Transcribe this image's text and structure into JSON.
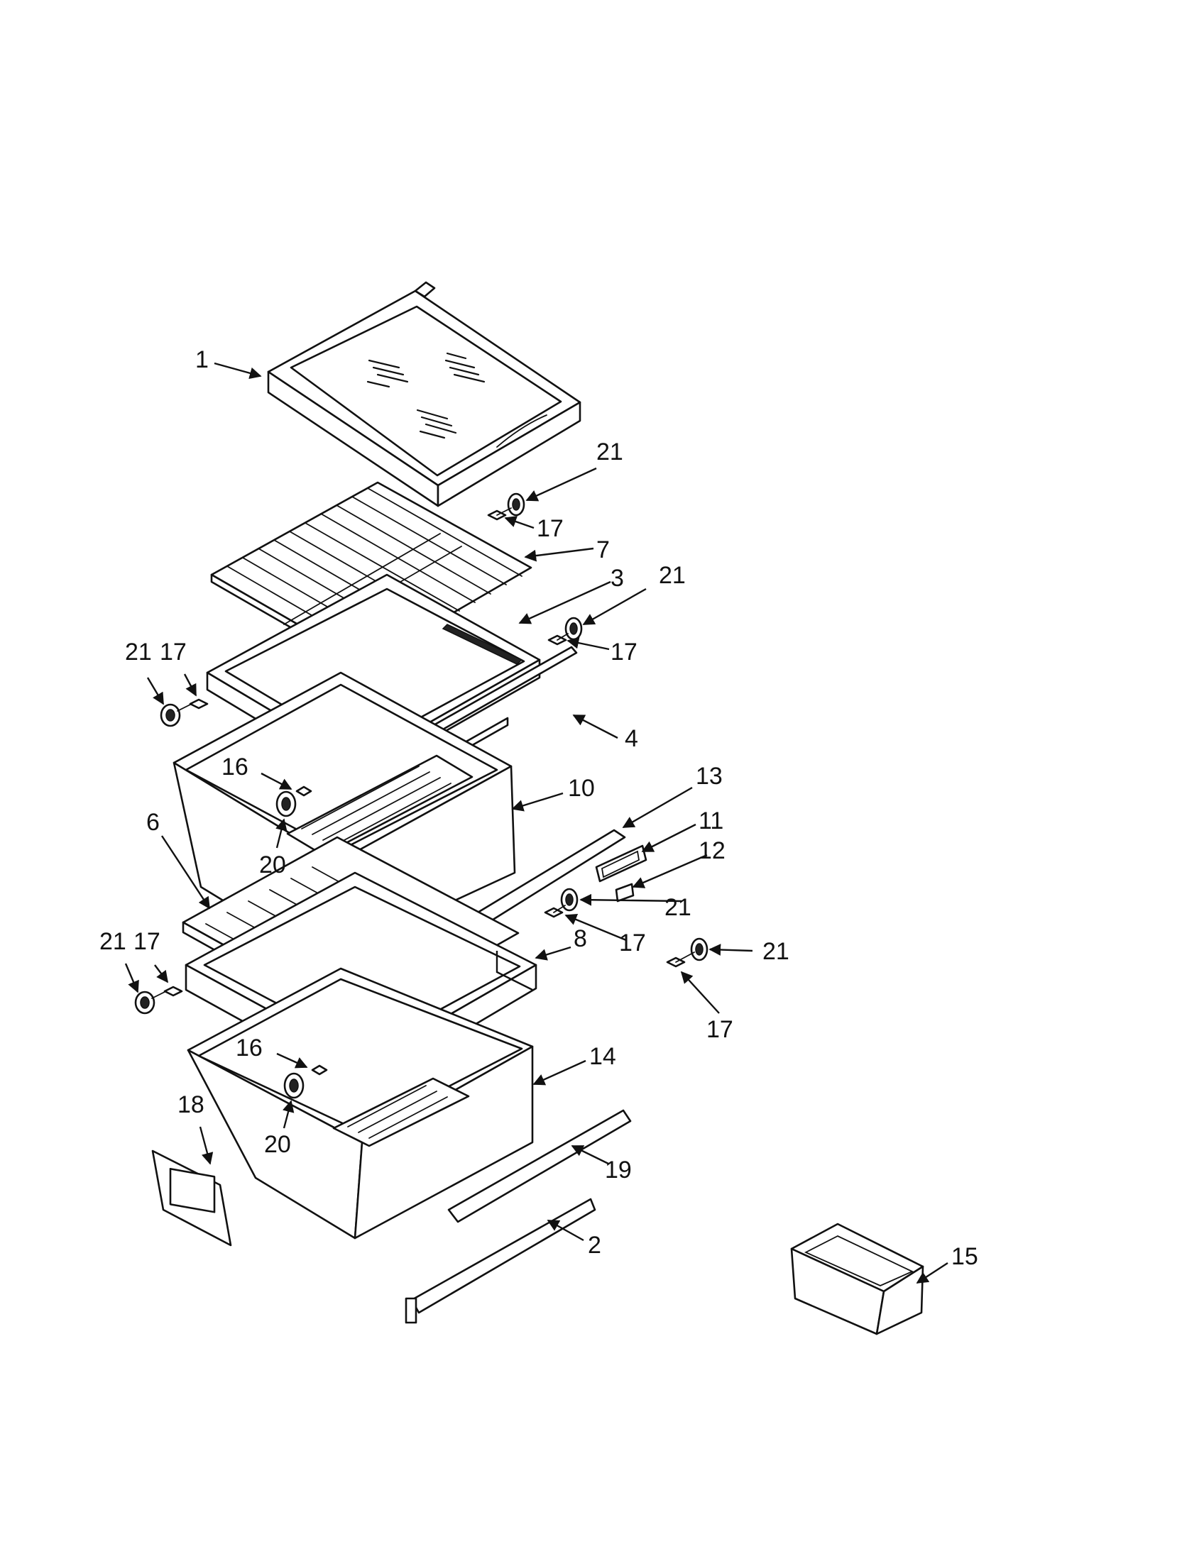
{
  "callouts": [
    {
      "id": "c1",
      "label": "1"
    },
    {
      "id": "c21a",
      "label": "21"
    },
    {
      "id": "c17a",
      "label": "17"
    },
    {
      "id": "c7",
      "label": "7"
    },
    {
      "id": "c3",
      "label": "3"
    },
    {
      "id": "c21b",
      "label": "21"
    },
    {
      "id": "c17b",
      "label": "17"
    },
    {
      "id": "c21c",
      "label": "21"
    },
    {
      "id": "c17c",
      "label": "17"
    },
    {
      "id": "c4",
      "label": "4"
    },
    {
      "id": "c16a",
      "label": "16"
    },
    {
      "id": "c10",
      "label": "10"
    },
    {
      "id": "c13",
      "label": "13"
    },
    {
      "id": "c6",
      "label": "6"
    },
    {
      "id": "c11",
      "label": "11"
    },
    {
      "id": "c12",
      "label": "12"
    },
    {
      "id": "c20a",
      "label": "20"
    },
    {
      "id": "c21d",
      "label": "21"
    },
    {
      "id": "c17d",
      "label": "17"
    },
    {
      "id": "c8",
      "label": "8"
    },
    {
      "id": "c21e",
      "label": "21"
    },
    {
      "id": "c17e",
      "label": "17"
    },
    {
      "id": "c21f",
      "label": "21"
    },
    {
      "id": "c17f",
      "label": "17"
    },
    {
      "id": "c16b",
      "label": "16"
    },
    {
      "id": "c14",
      "label": "14"
    },
    {
      "id": "c18",
      "label": "18"
    },
    {
      "id": "c20b",
      "label": "20"
    },
    {
      "id": "c19",
      "label": "19"
    },
    {
      "id": "c2",
      "label": "2"
    },
    {
      "id": "c15",
      "label": "15"
    }
  ]
}
